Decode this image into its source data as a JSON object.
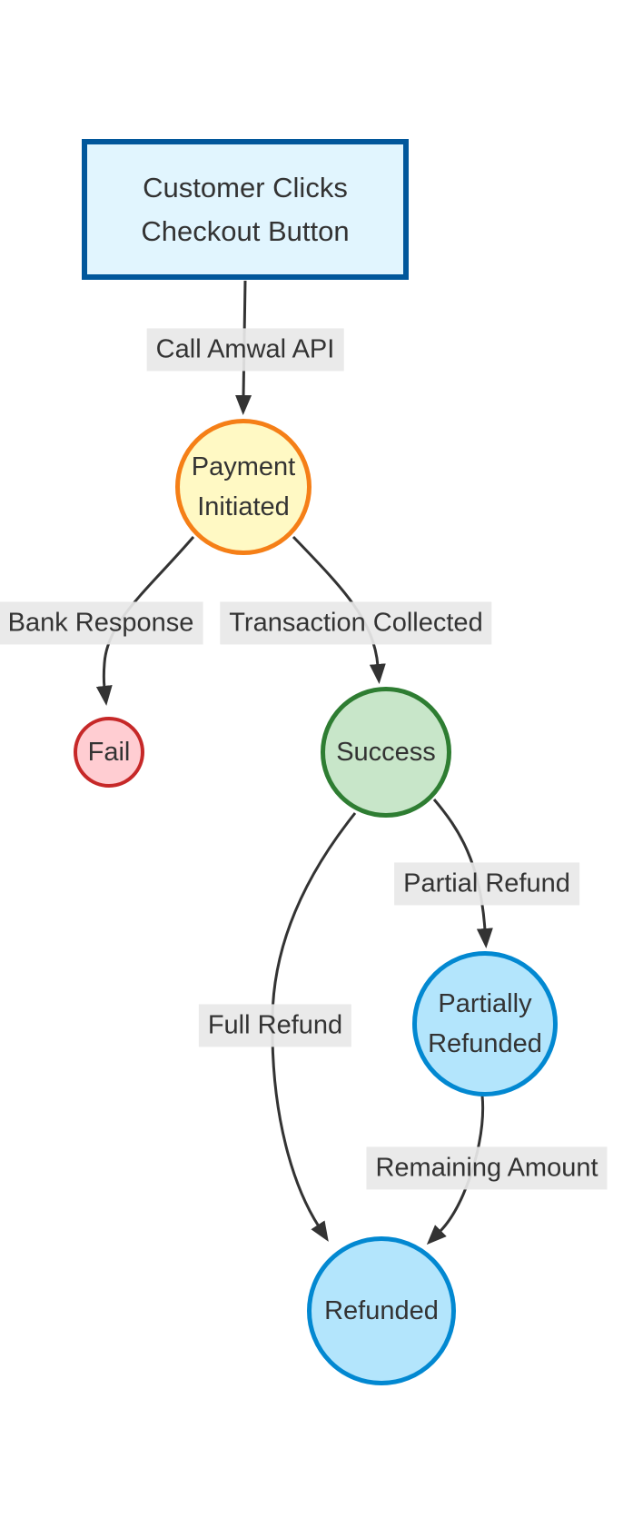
{
  "diagram": {
    "type": "flowchart",
    "direction": "top-down",
    "background": "#ffffff",
    "edge_line_color": "#333333",
    "edge_label_background": "#e8e8e8",
    "text_color": "#333333",
    "nodes": {
      "checkout": {
        "shape": "rectangle",
        "line1": "Customer Clicks",
        "line2": "Checkout Button",
        "fill": "#e1f5fe",
        "stroke": "#01579b"
      },
      "payment_initiated": {
        "shape": "circle",
        "line1": "Payment",
        "line2": "Initiated",
        "fill": "#fff9c4",
        "stroke": "#f57f17"
      },
      "fail": {
        "shape": "circle",
        "label": "Fail",
        "fill": "#ffcdd2",
        "stroke": "#c62828"
      },
      "success": {
        "shape": "circle",
        "label": "Success",
        "fill": "#c8e6c9",
        "stroke": "#2e7d32"
      },
      "partially_refunded": {
        "shape": "circle",
        "line1": "Partially",
        "line2": "Refunded",
        "fill": "#b3e5fc",
        "stroke": "#0288d1"
      },
      "refunded": {
        "shape": "circle",
        "label": "Refunded",
        "fill": "#b3e5fc",
        "stroke": "#0288d1"
      }
    },
    "edges": [
      {
        "from": "checkout",
        "to": "payment_initiated",
        "label": "Call Amwal API"
      },
      {
        "from": "payment_initiated",
        "to": "fail",
        "label": "Bank Response"
      },
      {
        "from": "payment_initiated",
        "to": "success",
        "label": "Transaction Collected"
      },
      {
        "from": "success",
        "to": "partially_refunded",
        "label": "Partial Refund"
      },
      {
        "from": "success",
        "to": "refunded",
        "label": "Full Refund"
      },
      {
        "from": "partially_refunded",
        "to": "refunded",
        "label": "Remaining Amount"
      }
    ]
  }
}
